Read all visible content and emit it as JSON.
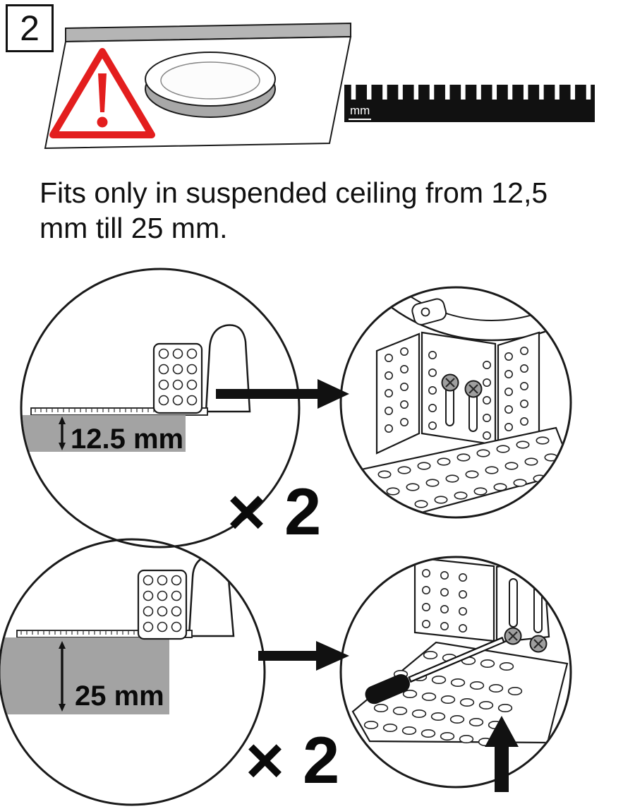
{
  "doc": {
    "step_number": "2",
    "instruction": "Fits only in suspended ceiling from 12,5 mm till 25 mm.",
    "ruler_unit_label": "mm"
  },
  "rows": [
    {
      "thickness_label": "12.5 mm",
      "multiplier_label": "× 2"
    },
    {
      "thickness_label": "25 mm",
      "multiplier_label": "× 2"
    }
  ],
  "colors": {
    "warning_red": "#e31e1e",
    "outline": "#1a1a1a",
    "ceiling_shade": "#a3a3a3",
    "panel_edge_gray": "#b5b5b5",
    "screw_gray": "#9f9f9f",
    "ruler_black": "#111111"
  },
  "icons": {
    "warning": "warning-triangle-icon",
    "arrow_right": "arrow-right-icon",
    "arrow_up": "arrow-up-icon",
    "dimension": "double-arrow-vertical-icon"
  }
}
